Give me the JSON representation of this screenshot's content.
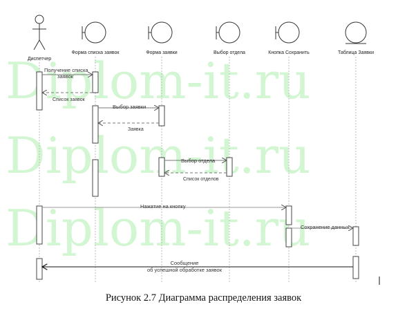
{
  "watermark": {
    "text": "Diplom-it.ru",
    "color": "#c8f5c8"
  },
  "lifelines": {
    "dispatcher": "Диспетчер",
    "request_list_form": "Форма списка заявок",
    "request_form": "Форма заявки",
    "department_select": "Выбор отдела",
    "save_button": "Кнопка Сохранить",
    "requests_table": "Таблица Заявки"
  },
  "messages": {
    "get_list_line1": "Получение списка",
    "get_list_line2": "заявок",
    "request_list": "Список заявок",
    "select_request": "Выбор заявки",
    "request": "Заявка",
    "select_department": "Выбор отдела",
    "department_list": "Список отделов",
    "click_button": "Нажатие на кнопку",
    "save_data": "Сохранение данных",
    "success_line1": "Сообщение",
    "success_line2": "об успешной обработке заявок"
  },
  "caption": "Рисунок 2.7 Диаграмма распределения заявок"
}
